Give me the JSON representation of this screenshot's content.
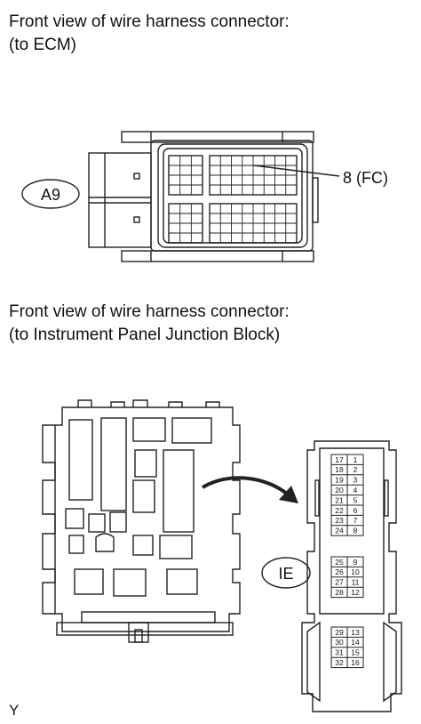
{
  "section1": {
    "title_line1": "Front view of wire harness connector:",
    "title_line2": "(to ECM)",
    "connector_label": "A9",
    "pin_callout": "8 (FC)"
  },
  "section2": {
    "title_line1": "Front view of wire harness connector:",
    "title_line2": "(to Instrument Panel Junction Block)",
    "connector_label": "IE",
    "pins_block1": [
      [
        "17",
        "1"
      ],
      [
        "18",
        "2"
      ],
      [
        "19",
        "3"
      ],
      [
        "20",
        "4"
      ],
      [
        "21",
        "5"
      ],
      [
        "22",
        "6"
      ],
      [
        "23",
        "7"
      ],
      [
        "24",
        "8"
      ]
    ],
    "pins_block2": [
      [
        "25",
        "9"
      ],
      [
        "26",
        "10"
      ],
      [
        "27",
        "11"
      ],
      [
        "28",
        "12"
      ]
    ],
    "pins_block3": [
      [
        "29",
        "13"
      ],
      [
        "30",
        "14"
      ],
      [
        "31",
        "15"
      ],
      [
        "32",
        "16"
      ]
    ]
  },
  "footer_letter": "Y"
}
